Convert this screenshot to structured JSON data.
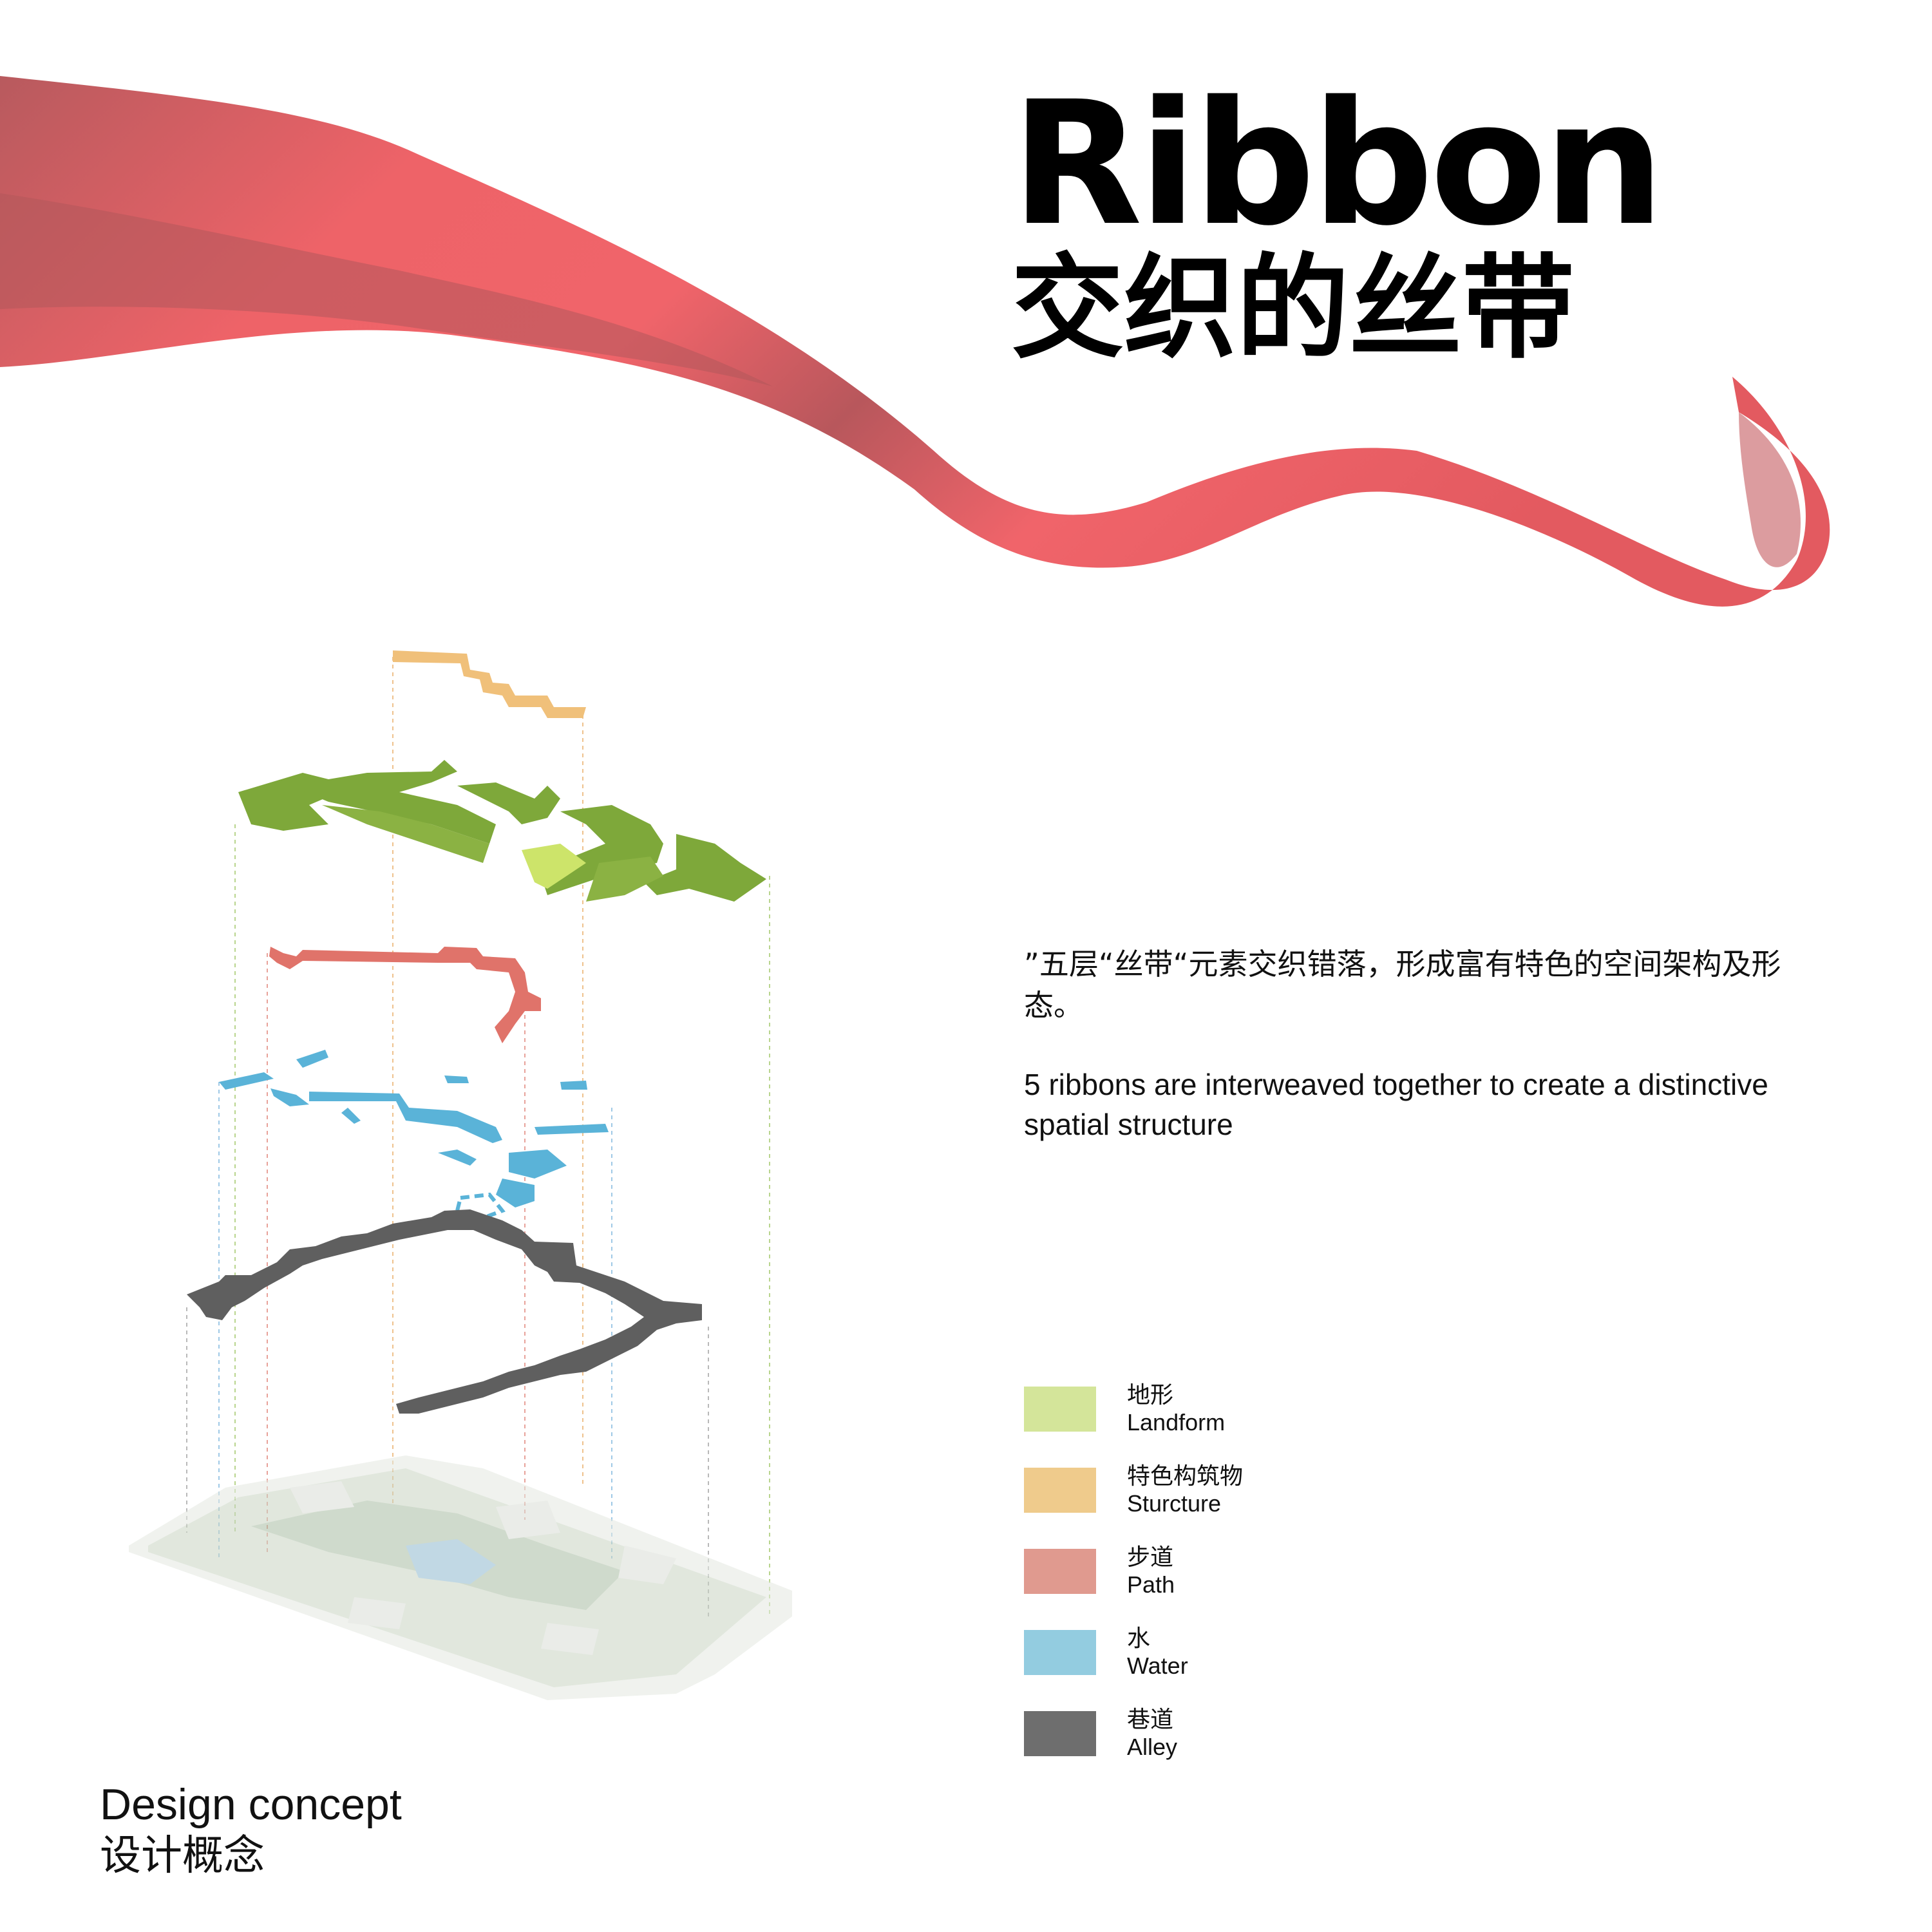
{
  "title": {
    "en": "Ribbon",
    "cn": "交织的丝带"
  },
  "description": {
    "cn": "”五层“丝带“元素交织错落，形成富有特色的空间架构及形态。",
    "en": "5 ribbons are interweaved together to create a distinctive spatial structure"
  },
  "legend": [
    {
      "cn": "地形",
      "en": "Landform",
      "color": "#d4e59a"
    },
    {
      "cn": "特色构筑物",
      "en": "Sturcture",
      "color": "#efcb8c"
    },
    {
      "cn": "步道",
      "en": "Path",
      "color": "#e09a8f"
    },
    {
      "cn": "水",
      "en": "Water",
      "color": "#93cce0"
    },
    {
      "cn": "巷道",
      "en": "Alley",
      "color": "#6e6e6e"
    }
  ],
  "caption": {
    "en": "Design concept",
    "cn": "设计概念"
  },
  "colors": {
    "ribbon": "#f0646a",
    "landform_dark": "#7ea83a",
    "landform_light": "#cde46a",
    "structure": "#f0c07a",
    "path": "#e0736a",
    "water": "#5ab3d8",
    "alley": "#5f5f5f"
  }
}
